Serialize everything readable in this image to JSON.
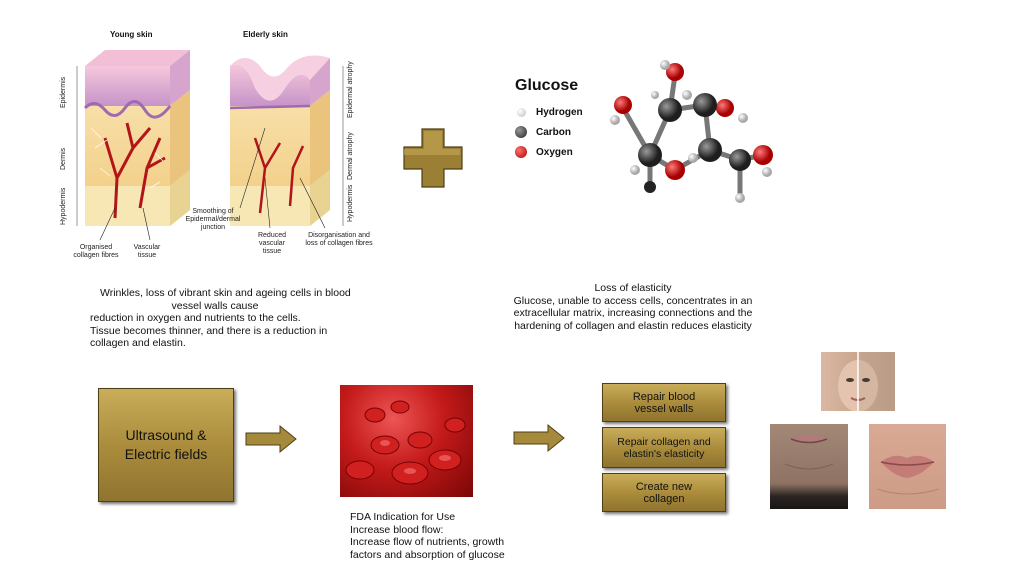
{
  "skin": {
    "young_title": "Young skin",
    "elderly_title": "Elderly skin",
    "layers": {
      "epidermis": "Epidermis",
      "dermis": "Dermis",
      "hypodermis": "Hypodermis"
    },
    "right_layers": {
      "epidermal_atrophy": "Epidermal atrophy",
      "dermal_atrophy": "Dermal atrophy",
      "hypodermis": "Hypodermis"
    },
    "labels": {
      "organised": "Organised collagen fibres",
      "vascular": "Vascular tissue",
      "smoothing": "Smoothing of Epidermal/dermal junction",
      "reduced": "Reduced vascular tissue",
      "disorg": "Disorganisation and loss of collagen fibres"
    }
  },
  "glucose": {
    "title": "Glucose",
    "legend": [
      {
        "label": "Hydrogen",
        "color": "#e6e6e6"
      },
      {
        "label": "Carbon",
        "color": "#444444"
      },
      {
        "label": "Oxygen",
        "color": "#dd1111"
      }
    ]
  },
  "text": {
    "left_line1": "Wrinkles, loss of vibrant skin and ageing cells in blood",
    "left_line2": "vessel walls cause",
    "left_line3": "reduction in oxygen and nutrients to the cells.",
    "left_line4": "Tissue becomes thinner, and there is a reduction in",
    "left_line5": "collagen and elastin.",
    "right_line1": "Loss of elasticity",
    "right_line2": "Glucose, unable to access cells, concentrates in an",
    "right_line3": "extracellular matrix, increasing connections and the",
    "right_line4": "hardening of collagen and elastin reduces elasticity"
  },
  "ultrasound": "Ultrasound & Electric fields",
  "fda": {
    "line1": "FDA Indication for Use",
    "line2": "Increase blood flow:",
    "line3": "Increase flow of nutrients, growth",
    "line4": "factors and absorption of glucose"
  },
  "results": {
    "repair_vessel": "Repair blood vessel walls",
    "repair_collagen": "Repair collagen and elastin's elasticity",
    "new_collagen": "Create new collagen"
  }
}
